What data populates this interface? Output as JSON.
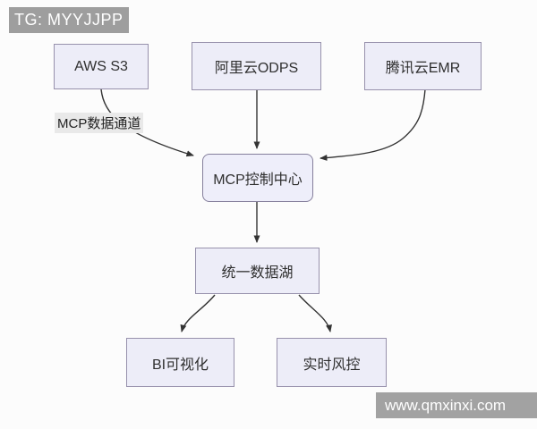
{
  "watermark_top": {
    "label": "TG: MYYJJPP"
  },
  "watermark_bottom": {
    "label": "www.qmxinxi.com"
  },
  "diagram": {
    "nodes": {
      "aws": {
        "label": "AWS S3"
      },
      "odps": {
        "label": "阿里云ODPS"
      },
      "emr": {
        "label": "腾讯云EMR"
      },
      "mcp": {
        "label": "MCP控制中心"
      },
      "lake": {
        "label": "统一数据湖"
      },
      "bi": {
        "label": "BI可视化"
      },
      "risk": {
        "label": "实时风控"
      }
    },
    "edges": [
      {
        "from": "AWS S3",
        "to": "MCP控制中心",
        "label": "MCP数据通道"
      },
      {
        "from": "阿里云ODPS",
        "to": "MCP控制中心",
        "label": ""
      },
      {
        "from": "腾讯云EMR",
        "to": "MCP控制中心",
        "label": ""
      },
      {
        "from": "MCP控制中心",
        "to": "统一数据湖",
        "label": ""
      },
      {
        "from": "统一数据湖",
        "to": "BI可视化",
        "label": ""
      },
      {
        "from": "统一数据湖",
        "to": "实时风控",
        "label": ""
      }
    ]
  },
  "colors": {
    "background": "#fcfcfc",
    "node_fill": "#ededf8",
    "node_border": "#9791ac",
    "node_text": "#2f2f2f",
    "arrow": "#333333",
    "edge_label_bg": "#e9e9e9",
    "badge_bg": "#9e9e9e",
    "badge_text": "#ffffff"
  }
}
